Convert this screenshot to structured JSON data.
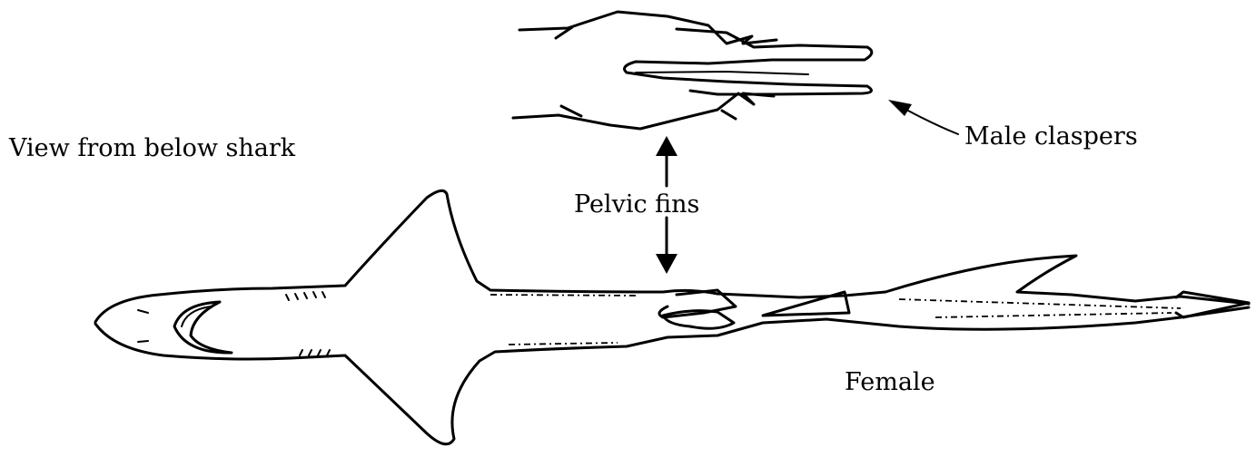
{
  "labels": {
    "view": "View from below shark",
    "claspers": "Male claspers",
    "pelvic": "Pelvic fins",
    "female": "Female"
  }
}
